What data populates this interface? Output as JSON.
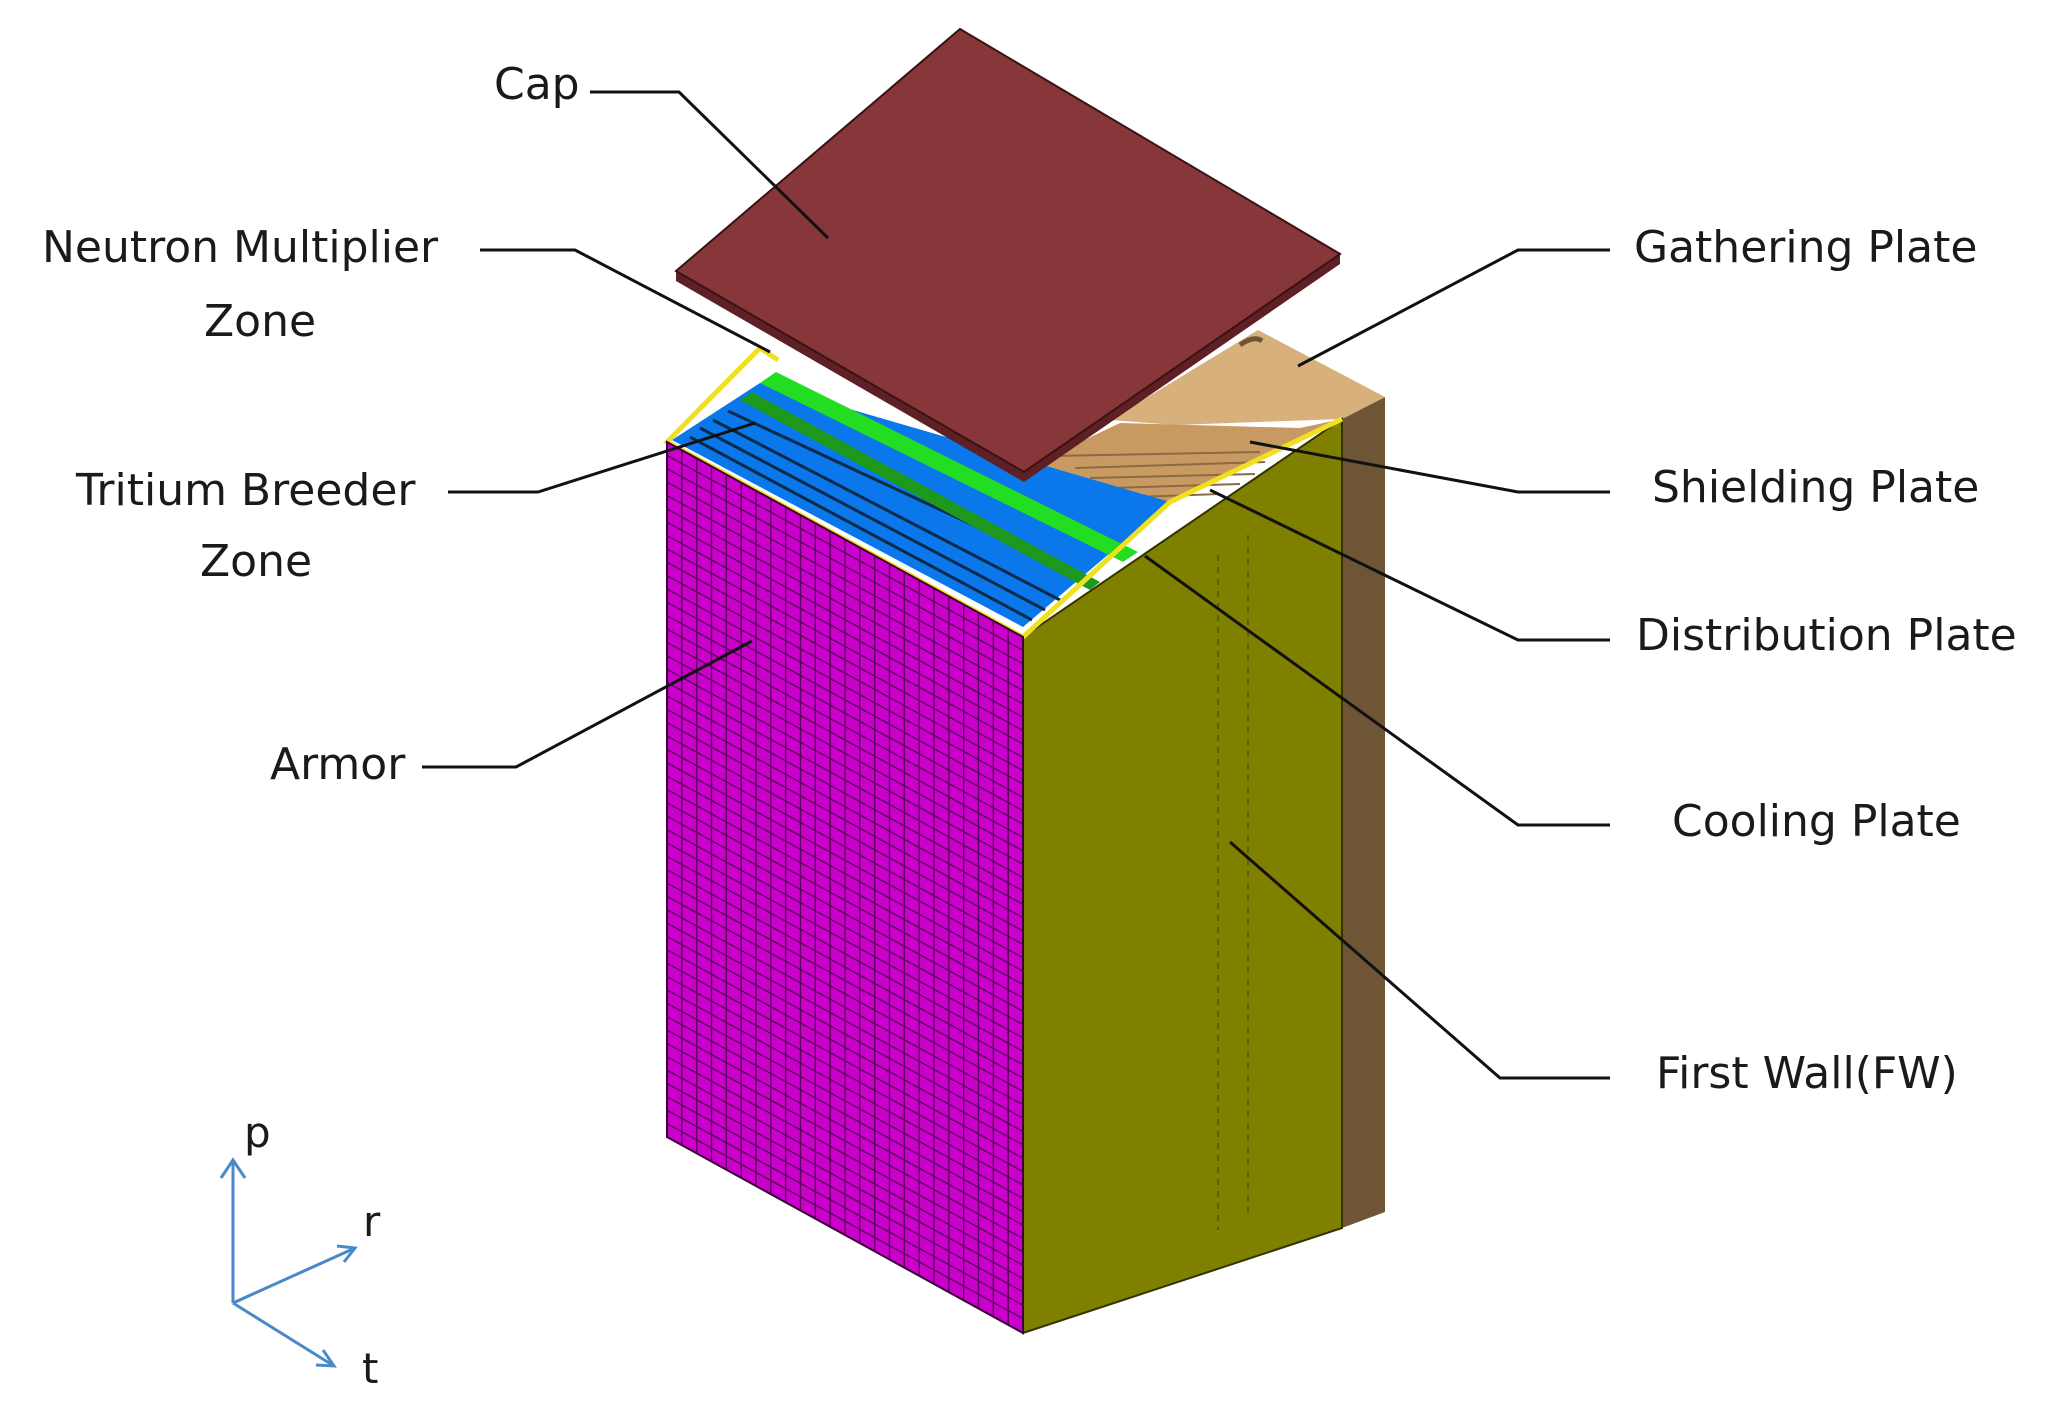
{
  "labels": {
    "cap": "Cap",
    "neutron_multiplier_1": "Neutron Multiplier",
    "neutron_multiplier_2": "Zone",
    "tritium_breeder_1": "Tritium Breeder",
    "tritium_breeder_2": "Zone",
    "armor": "Armor",
    "gathering_plate": "Gathering Plate",
    "shielding_plate": "Shielding Plate",
    "distribution_plate": "Distribution Plate",
    "cooling_plate": "Cooling Plate",
    "first_wall": "First Wall(FW)"
  },
  "axes": {
    "p": "p",
    "r": "r",
    "t": "t"
  },
  "colors": {
    "armor": "#cc00cc",
    "armor_grid": "#5a005a",
    "first_wall": "#808000",
    "back_plate": "#6e5535",
    "gathering_plate": "#d7b07c",
    "shielding_plate": "#c89a62",
    "breeder_zone": "#0a78ea",
    "multiplier_strip": "#22dd22",
    "cap": "#87363a",
    "cap_side": "#5e2024",
    "outline_yellow": "#f0e020",
    "axis": "#4a89c8"
  }
}
